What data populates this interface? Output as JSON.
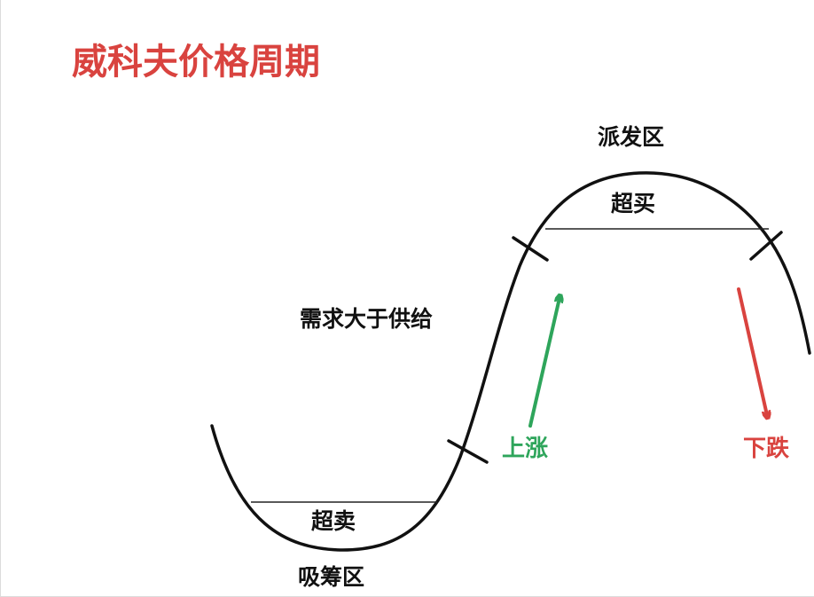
{
  "title": "威科夫价格周期",
  "labels": {
    "distribution": "派发区",
    "overbought": "超买",
    "demand": "需求大于供给",
    "rise": "上涨",
    "fall": "下跌",
    "oversold": "超卖",
    "accumulation": "吸筹区"
  },
  "colors": {
    "title": "#d9433f",
    "curve": "#111111",
    "rise_arrow": "#2ea55b",
    "fall_arrow": "#d9433f"
  }
}
